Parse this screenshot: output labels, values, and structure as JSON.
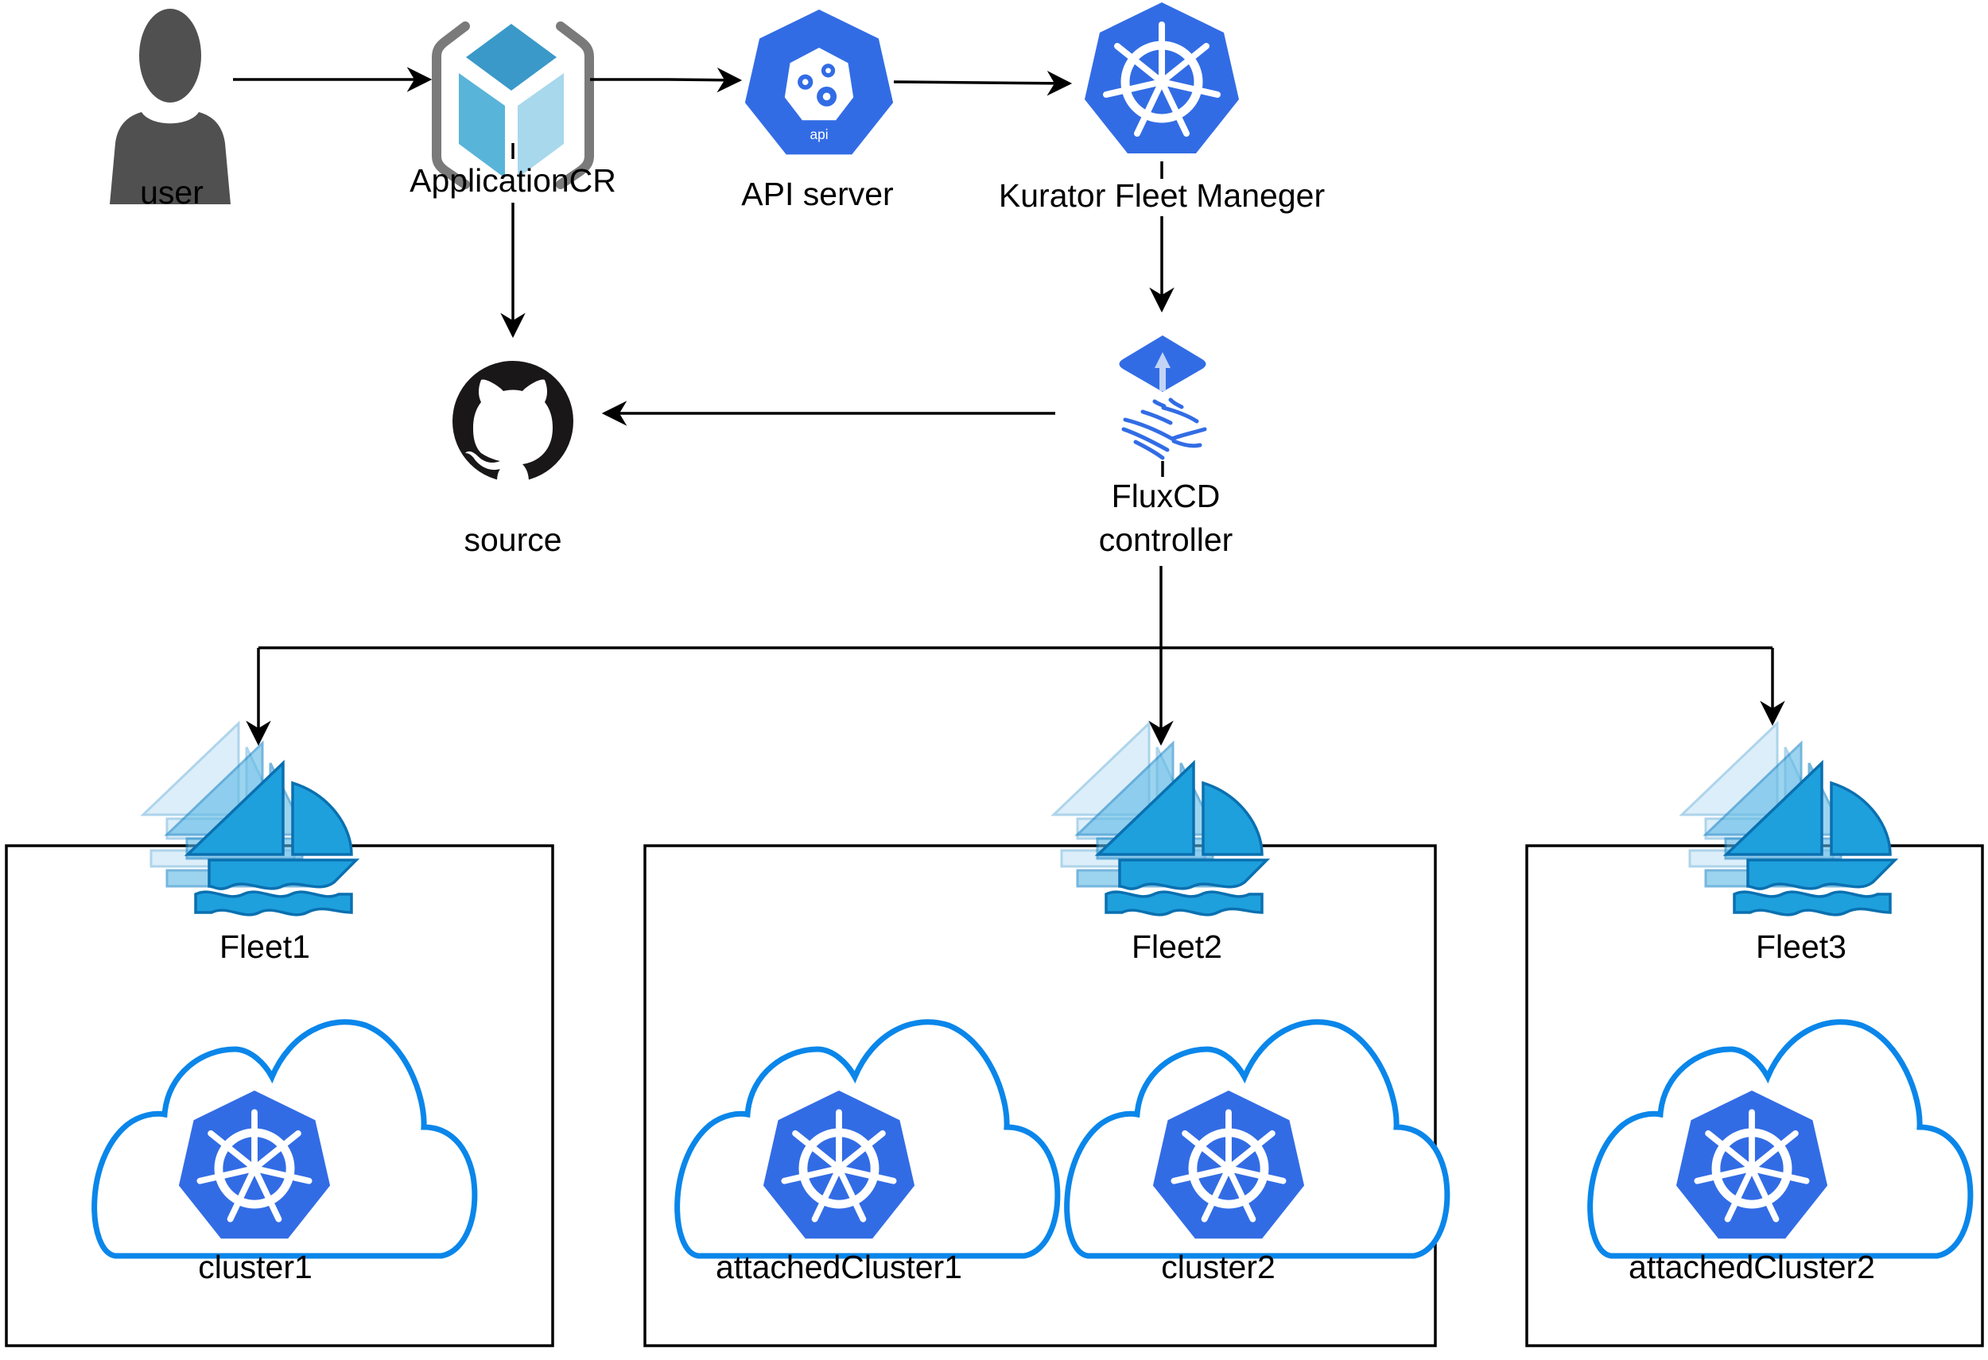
{
  "diagram": {
    "title": "Kurator application distribution to fleets",
    "nodes": {
      "user": {
        "label": "user",
        "icon": "user-icon"
      },
      "application_cr": {
        "label": "ApplicationCR",
        "icon": "custom-resource-cube-icon"
      },
      "api_server": {
        "label": "API server",
        "icon": "kubernetes-api-icon",
        "badge": "api"
      },
      "fleet_manager": {
        "label": "Kurator Fleet Maneger",
        "icon": "kubernetes-helm-wheel-icon"
      },
      "source": {
        "label": "source",
        "icon": "github-icon"
      },
      "fluxcd": {
        "label_line1": "FluxCD",
        "label_line2": "controller",
        "icon": "fluxcd-icon"
      }
    },
    "fleets": [
      {
        "label": "Fleet1",
        "clusters": [
          {
            "label": "cluster1"
          }
        ]
      },
      {
        "label": "Fleet2",
        "clusters": [
          {
            "label": "attachedCluster1"
          },
          {
            "label": "cluster2"
          }
        ]
      },
      {
        "label": "Fleet3",
        "clusters": [
          {
            "label": "attachedCluster2"
          }
        ]
      }
    ],
    "edges": [
      {
        "from": "user",
        "to": "ApplicationCR"
      },
      {
        "from": "ApplicationCR",
        "to": "API server"
      },
      {
        "from": "API server",
        "to": "Kurator Fleet Maneger"
      },
      {
        "from": "ApplicationCR",
        "to": "source"
      },
      {
        "from": "Kurator Fleet Maneger",
        "to": "FluxCD controller"
      },
      {
        "from": "FluxCD controller",
        "to": "source"
      },
      {
        "from": "FluxCD controller",
        "to": "Fleet1"
      },
      {
        "from": "FluxCD controller",
        "to": "Fleet2"
      },
      {
        "from": "FluxCD controller",
        "to": "Fleet3"
      }
    ],
    "colors": {
      "kubernetes_blue": "#326ce5",
      "cloud_stroke": "#0a86ea",
      "fleet_boat": "#1ea0dd",
      "user_gray": "#505050",
      "bracket_gray": "#7a7a7a",
      "cube_top": "#3a99c9",
      "cube_left": "#59b4d9",
      "cube_right": "#a8d8ec"
    }
  }
}
